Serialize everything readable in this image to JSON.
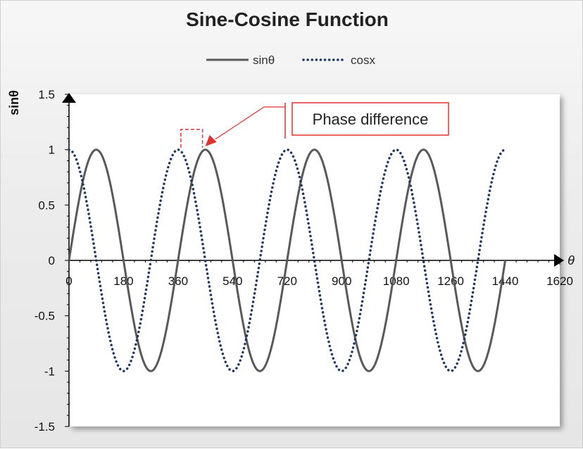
{
  "chart_data": {
    "type": "line",
    "title": "Sine-Cosine Function",
    "ylabel": "sinθ",
    "xlabel": "θ",
    "xlim": [
      0,
      1620
    ],
    "ylim": [
      -1.5,
      1.5
    ],
    "x_ticks": [
      0,
      180,
      360,
      540,
      720,
      900,
      1080,
      1260,
      1440,
      1620
    ],
    "y_ticks": [
      1.5,
      1,
      0.5,
      0,
      -0.5,
      -1,
      -1.5
    ],
    "x_ticks_text": [
      "0",
      "180",
      "360",
      "540",
      "720",
      "900",
      "1080",
      "1260",
      "1440",
      "1620"
    ],
    "y_ticks_text": [
      "1.5",
      "1",
      "0.5",
      "0",
      "-0.5",
      "-1",
      "-1.5"
    ],
    "grid": false,
    "legend_position": "top",
    "series": [
      {
        "name": "sinθ",
        "function": "sin",
        "x": [
          0,
          90,
          180,
          270,
          360,
          450,
          540,
          630,
          720,
          810,
          900,
          990,
          1080,
          1170,
          1260,
          1350,
          1440
        ],
        "values": [
          0,
          1,
          0,
          -1,
          0,
          1,
          0,
          -1,
          0,
          1,
          0,
          -1,
          0,
          1,
          0,
          -1,
          0
        ],
        "color": "#595959",
        "style": "solid"
      },
      {
        "name": "cosx",
        "function": "cos",
        "x": [
          0,
          90,
          180,
          270,
          360,
          450,
          540,
          630,
          720,
          810,
          900,
          990,
          1080,
          1170,
          1260,
          1350,
          1440
        ],
        "values": [
          1,
          0,
          -1,
          0,
          1,
          0,
          -1,
          0,
          1,
          0,
          -1,
          0,
          1,
          0,
          -1,
          0,
          1
        ],
        "color": "#1f3864",
        "style": "dotted"
      }
    ],
    "annotations": [
      {
        "text": "Phase difference",
        "from_x": 360,
        "to_x": 450,
        "at_y": 1.17,
        "color": "#e03030"
      }
    ]
  }
}
